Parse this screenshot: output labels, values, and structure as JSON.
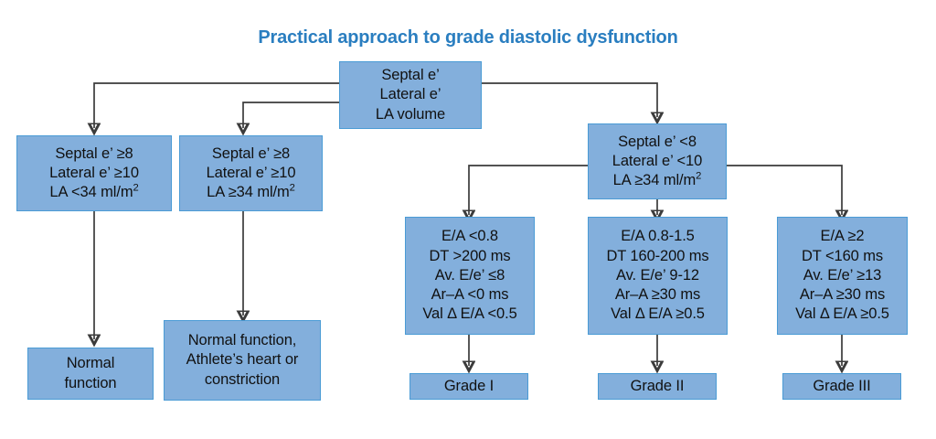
{
  "title": "Practical approach to grade diastolic dysfunction",
  "colors": {
    "title": "#2a7ec0",
    "node_fill": "#83afdc",
    "node_border": "#4a9bd5",
    "connector": "#3b3b3b",
    "text": "#111111",
    "background": "#ffffff"
  },
  "nodes": {
    "root": {
      "lines": [
        "Septal e’",
        "Lateral e’",
        "LA volume"
      ]
    },
    "branch_normal": {
      "lines": [
        "Septal e’ ≥8",
        "Lateral e’ ≥10",
        "LA <34 ml/m²"
      ]
    },
    "branch_athlete": {
      "lines": [
        "Septal e’ ≥8",
        "Lateral e’ ≥10",
        "LA ≥34 ml/m²"
      ]
    },
    "branch_dysfunction": {
      "lines": [
        "Septal e’ <8",
        "Lateral e’ <10",
        "LA ≥34 ml/m²"
      ]
    },
    "criteria_grade1": {
      "lines": [
        "E/A <0.8",
        "DT >200 ms",
        "Av. E/e’ ≤8",
        "Ar–A <0 ms",
        "Val Δ E/A <0.5"
      ]
    },
    "criteria_grade2": {
      "lines": [
        "E/A 0.8-1.5",
        "DT 160-200 ms",
        "Av. E/e’ 9-12",
        "Ar–A ≥30 ms",
        "Val Δ E/A ≥0.5"
      ]
    },
    "criteria_grade3": {
      "lines": [
        "E/A ≥2",
        "DT <160 ms",
        "Av. E/e’ ≥13",
        "Ar–A ≥30 ms",
        "Val Δ E/A ≥0.5"
      ]
    },
    "outcome_normal": {
      "lines": [
        "Normal",
        "function"
      ]
    },
    "outcome_athlete": {
      "lines": [
        "Normal function,",
        "Athlete’s heart or",
        "constriction"
      ]
    },
    "outcome_grade1": {
      "lines": [
        "Grade I"
      ]
    },
    "outcome_grade2": {
      "lines": [
        "Grade II"
      ]
    },
    "outcome_grade3": {
      "lines": [
        "Grade III"
      ]
    }
  },
  "chart_data": {
    "type": "flowchart",
    "title": "Practical approach to grade diastolic dysfunction",
    "orientation": "top-down",
    "steps": [
      {
        "id": "root",
        "label": "Septal e’ / Lateral e’ / LA volume",
        "children": [
          "branch_normal",
          "branch_athlete",
          "branch_dysfunction"
        ]
      },
      {
        "id": "branch_normal",
        "label": "Septal e’ ≥8; Lateral e’ ≥10; LA <34 ml/m²",
        "children": [
          "outcome_normal"
        ]
      },
      {
        "id": "branch_athlete",
        "label": "Septal e’ ≥8; Lateral e’ ≥10; LA ≥34 ml/m²",
        "children": [
          "outcome_athlete"
        ]
      },
      {
        "id": "branch_dysfunction",
        "label": "Septal e’ <8; Lateral e’ <10; LA ≥34 ml/m²",
        "children": [
          "criteria_grade1",
          "criteria_grade2",
          "criteria_grade3"
        ]
      },
      {
        "id": "criteria_grade1",
        "label": "E/A <0.8; DT >200 ms; Av. E/e’ ≤8; Ar–A <0 ms; Val Δ E/A <0.5",
        "children": [
          "outcome_grade1"
        ]
      },
      {
        "id": "criteria_grade2",
        "label": "E/A 0.8-1.5; DT 160-200 ms; Av. E/e’ 9-12; Ar–A ≥30 ms; Val Δ E/A ≥0.5",
        "children": [
          "outcome_grade2"
        ]
      },
      {
        "id": "criteria_grade3",
        "label": "E/A ≥2; DT <160 ms; Av. E/e’ ≥13; Ar–A ≥30 ms; Val Δ E/A ≥0.5",
        "children": [
          "outcome_grade3"
        ]
      },
      {
        "id": "outcome_normal",
        "label": "Normal function",
        "children": []
      },
      {
        "id": "outcome_athlete",
        "label": "Normal function, Athlete’s heart or constriction",
        "children": []
      },
      {
        "id": "outcome_grade1",
        "label": "Grade I",
        "children": []
      },
      {
        "id": "outcome_grade2",
        "label": "Grade II",
        "children": []
      },
      {
        "id": "outcome_grade3",
        "label": "Grade III",
        "children": []
      }
    ]
  }
}
